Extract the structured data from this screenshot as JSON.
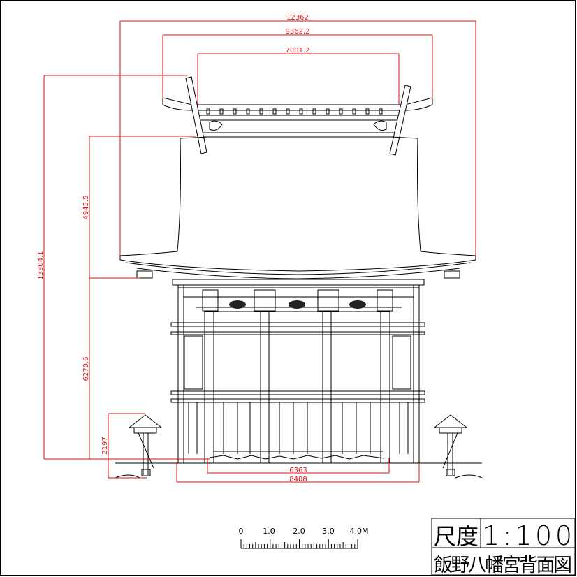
{
  "drawing": {
    "title": "飯野八幡宮背面図",
    "scale_label": "尺度",
    "scale_value": "1:100"
  },
  "dimensions": {
    "overall_width": "12362",
    "upper_roof_width": "9362.2",
    "ridge_width": "7001.2",
    "total_height": "13304.1",
    "roof_height": "4945.5",
    "body_height": "6270.6",
    "lantern_height": "2197",
    "inner_span": "6363",
    "outer_span": "8408"
  },
  "scale_bar": {
    "labels": [
      "0",
      "1.0",
      "2.0",
      "3.0",
      "4.0M"
    ]
  },
  "colors": {
    "dimension": "#e01010",
    "line": "#000000"
  }
}
